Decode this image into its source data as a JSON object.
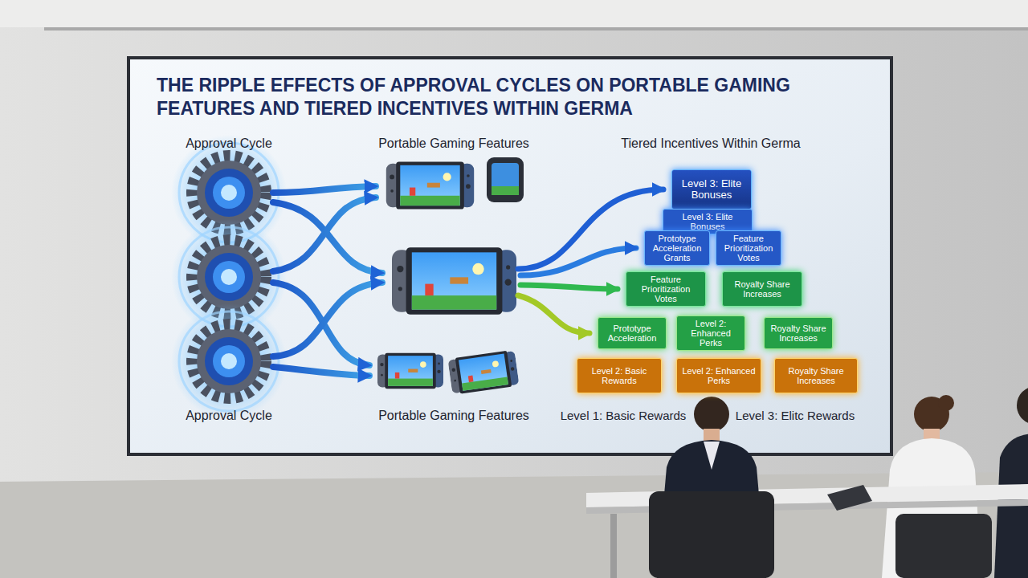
{
  "diagram": {
    "title": "THE RIPPLE EFFECTS OF APPROVAL CYCLES ON PORTABLE GAMING FEATURES AND TIERED INCENTIVES WITHIN GERMA",
    "nodes": [
      {
        "text": [
          "Level 3: Elite Bonuses"
        ]
      },
      {
        "text": [
          "Level 3: Elite Bonuses"
        ]
      },
      {
        "text": [
          "Prototype Acceleration Grants"
        ]
      },
      {
        "text": [
          "Feature Prioritization Votes"
        ]
      },
      {
        "text": [
          "Feature Prioritization Votes"
        ]
      },
      {
        "text": [
          "Royalty Share Increases"
        ]
      },
      {
        "text": [
          "Prototype Acceleration"
        ]
      },
      {
        "text": [
          "Level 2: Enhanced Perks"
        ]
      },
      {
        "text": [
          "Royalty Share Increases"
        ]
      },
      {
        "text": [
          "Level 2: Basic Rewards"
        ]
      },
      {
        "text": [
          "Level 2: Enhanced Perks"
        ]
      },
      {
        "text": [
          "Royalty Share Increases"
        ]
      }
    ],
    "labels": [
      "Approval Cycle",
      "Portable Gaming Features",
      "Tiered Incentives Within Germa",
      "Approval Cycle",
      "Portable Gaming Features",
      "Level 1: Basic Rewards",
      "Level 3: Elitc Rewards"
    ]
  }
}
